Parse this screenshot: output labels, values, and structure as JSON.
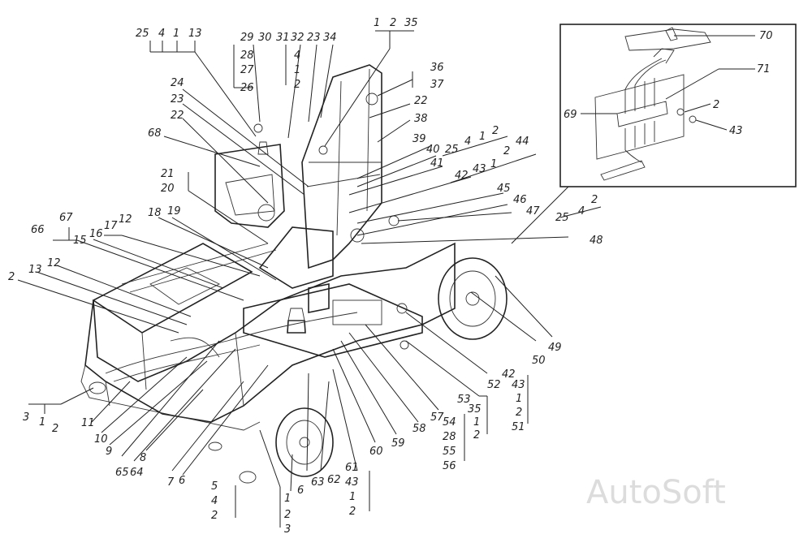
{
  "diagram": {
    "watermark": "AutoSoft",
    "labels": {
      "g1": [
        "25",
        "4",
        "1",
        "13"
      ],
      "g2": [
        "29",
        "30",
        "28",
        "27",
        "26"
      ],
      "g3": [
        "31",
        "32",
        "23",
        "34",
        "4",
        "1",
        "2"
      ],
      "g4": [
        "1",
        "2",
        "35"
      ],
      "g5": [
        "36",
        "37",
        "22",
        "38"
      ],
      "g6": [
        "24",
        "23",
        "22",
        "68"
      ],
      "g7": [
        "39",
        "40",
        "25",
        "4",
        "1",
        "2",
        "41",
        "42",
        "43",
        "1",
        "2",
        "44",
        "45",
        "46",
        "47"
      ],
      "g8": [
        "25",
        "4",
        "2",
        "48"
      ],
      "g9": [
        "21",
        "20",
        "18",
        "19"
      ],
      "g10": [
        "67",
        "66",
        "15",
        "16",
        "17",
        "12"
      ],
      "g11": [
        "2",
        "13",
        "12"
      ],
      "g12": [
        "3",
        "1",
        "2",
        "11",
        "10",
        "9",
        "65",
        "64",
        "8",
        "7",
        "6"
      ],
      "g13": [
        "5",
        "4",
        "2",
        "1",
        "2",
        "3",
        "6",
        "63",
        "62",
        "61",
        "43",
        "1",
        "2"
      ],
      "g14": [
        "60",
        "59",
        "58",
        "57",
        "54",
        "28",
        "55",
        "56",
        "53",
        "35",
        "1",
        "2"
      ],
      "g15": [
        "52",
        "42",
        "43",
        "1",
        "2",
        "51",
        "50",
        "49"
      ],
      "inset": [
        "70",
        "71",
        "69",
        "2",
        "43"
      ]
    }
  }
}
